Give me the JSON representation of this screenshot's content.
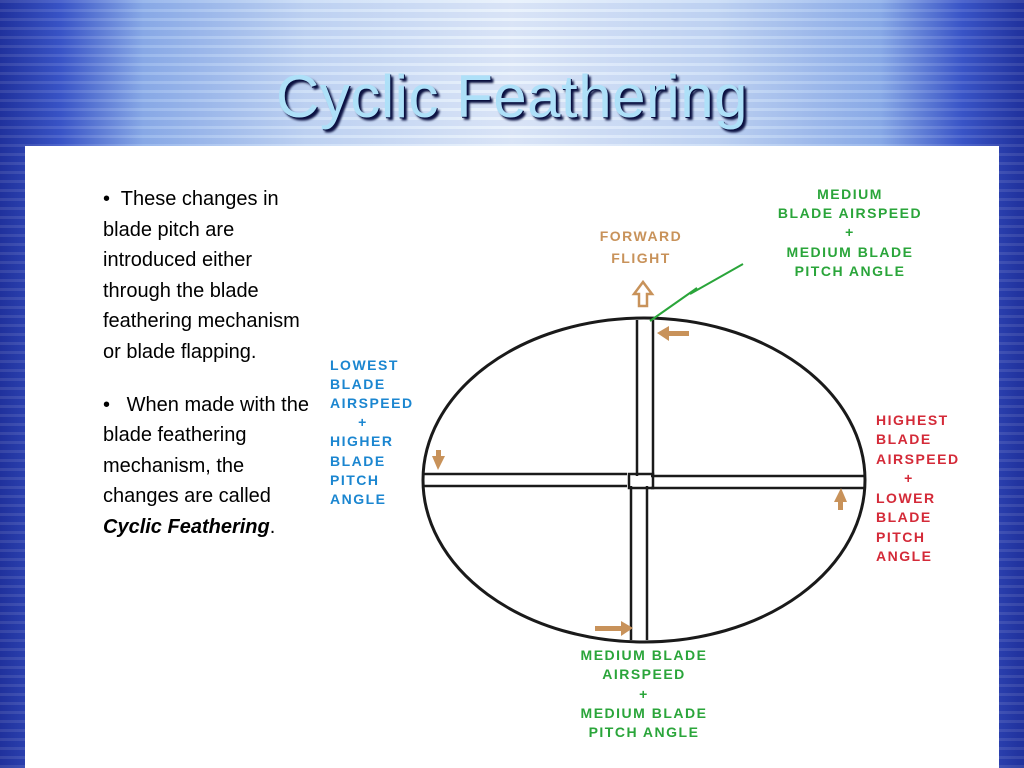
{
  "slide": {
    "title": "Cyclic Feathering"
  },
  "text": {
    "bullet1": "These changes in blade pitch are introduced either through the blade feathering mechanism or blade flapping.",
    "bullet2_prefix": "When made with the blade feathering mechanism, the changes are called ",
    "bullet2_emphasis": "Cyclic Feathering",
    "bullet2_suffix": "."
  },
  "diagram": {
    "forward_flight": [
      "FORWARD",
      "FLIGHT"
    ],
    "top_right": [
      "MEDIUM",
      "BLADE AIRSPEED",
      "+",
      "MEDIUM BLADE",
      "PITCH ANGLE"
    ],
    "left": [
      "LOWEST",
      "BLADE",
      "AIRSPEED",
      "+",
      "HIGHER",
      "BLADE",
      "PITCH",
      "ANGLE"
    ],
    "right": [
      "HIGHEST",
      "BLADE",
      "AIRSPEED",
      "+",
      "LOWER",
      "BLADE",
      "PITCH",
      "ANGLE"
    ],
    "bottom": [
      "MEDIUM BLADE",
      "AIRSPEED",
      "+",
      "MEDIUM BLADE",
      "PITCH ANGLE"
    ],
    "colors": {
      "green": "#2aa53a",
      "blue": "#1b86d0",
      "red": "#d42a38",
      "tan": "#c8925a"
    }
  }
}
